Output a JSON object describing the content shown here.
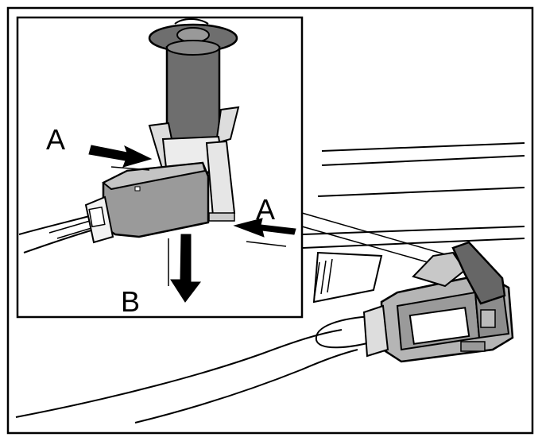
{
  "labels": {
    "a_left": "A",
    "a_right": "A",
    "b": "B"
  },
  "colors": {
    "outline": "#000000",
    "grommet": "#6e6e6e",
    "connector": "#9a9a9a",
    "housing": "#7a7a7a",
    "background": "#ffffff"
  }
}
